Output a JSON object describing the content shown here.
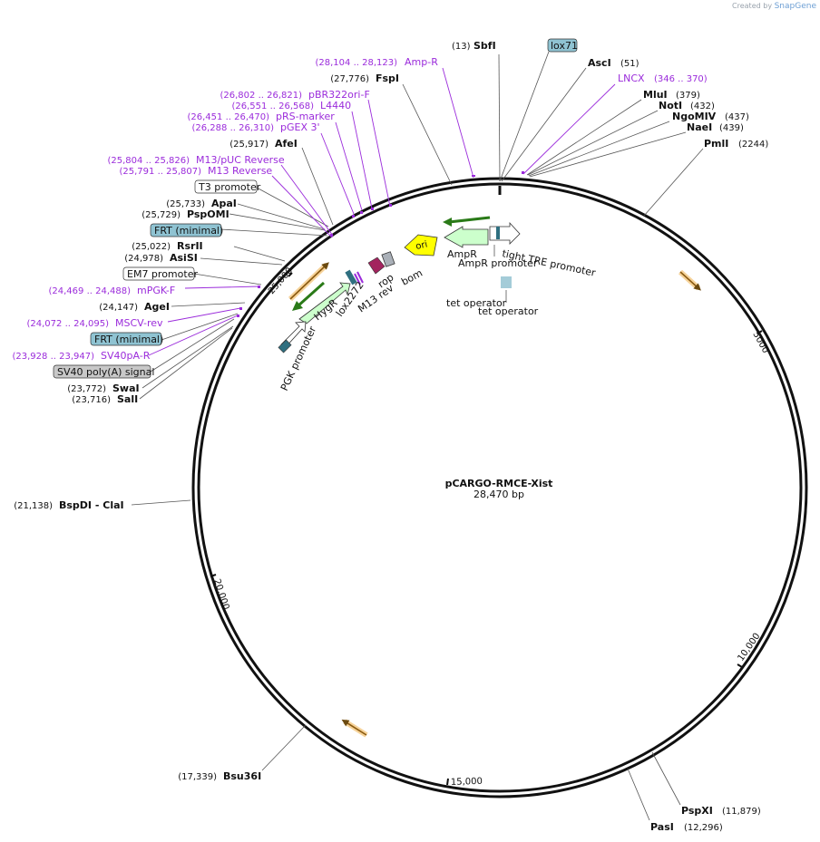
{
  "watermark": {
    "prefix": "Created by",
    "brand": "SnapGene"
  },
  "plasmid": {
    "name": "pCARGO-RMCE-Xist",
    "length_label": "28,470 bp"
  },
  "ticks": [
    "5000",
    "10,000",
    "15,000",
    "20,000",
    "25,000"
  ],
  "enzymes_right": [
    {
      "name": "SbfI",
      "pos": "(13)"
    },
    {
      "name": "AscI",
      "pos": "(51)"
    },
    {
      "name": "MluI",
      "pos": "(379)"
    },
    {
      "name": "NotI",
      "pos": "(432)"
    },
    {
      "name": "NgoMIV",
      "pos": "(437)"
    },
    {
      "name": "NaeI",
      "pos": "(439)"
    },
    {
      "name": "PmlI",
      "pos": "(2244)"
    },
    {
      "name": "PspXI",
      "pos": "(11,879)"
    },
    {
      "name": "PasI",
      "pos": "(12,296)"
    }
  ],
  "enzymes_left": [
    {
      "name": "FspI",
      "pos": "(27,776)"
    },
    {
      "name": "AfeI",
      "pos": "(25,917)"
    },
    {
      "name": "ApaI",
      "pos": "(25,733)"
    },
    {
      "name": "PspOMI",
      "pos": "(25,729)"
    },
    {
      "name": "RsrII",
      "pos": "(25,022)"
    },
    {
      "name": "AsiSI",
      "pos": "(24,978)"
    },
    {
      "name": "AgeI",
      "pos": "(24,147)"
    },
    {
      "name": "SwaI",
      "pos": "(23,772)"
    },
    {
      "name": "SalI",
      "pos": "(23,716)"
    },
    {
      "name": "BspDI - ClaI",
      "pos": "(21,138)"
    },
    {
      "name": "Bsu36I",
      "pos": "(17,339)"
    }
  ],
  "primers": [
    {
      "name": "Amp-R",
      "range": "(28,104 .. 28,123)"
    },
    {
      "name": "LNCX",
      "range": "(346 .. 370)"
    },
    {
      "name": "pBR322ori-F",
      "range": "(26,802 .. 26,821)"
    },
    {
      "name": "L4440",
      "range": "(26,551 .. 26,568)"
    },
    {
      "name": "pRS-marker",
      "range": "(26,451 .. 26,470)"
    },
    {
      "name": "pGEX 3'",
      "range": "(26,288 .. 26,310)"
    },
    {
      "name": "M13/pUC Reverse",
      "range": "(25,804 .. 25,826)"
    },
    {
      "name": "M13 Reverse",
      "range": "(25,791 .. 25,807)"
    },
    {
      "name": "mPGK-F",
      "range": "(24,469 .. 24,488)"
    },
    {
      "name": "MSCV-rev",
      "range": "(24,072 .. 24,095)"
    },
    {
      "name": "SV40pA-R",
      "range": "(23,928 .. 23,947)"
    }
  ],
  "boxed_features": [
    {
      "name": "lox71",
      "fill": "#8fc3d2"
    },
    {
      "name": "T3 promoter",
      "fill": "#ffffff"
    },
    {
      "name": "FRT (minimal)",
      "fill": "#8fc3d2"
    },
    {
      "name": "EM7 promoter",
      "fill": "#ffffff"
    },
    {
      "name": "FRT (minimal)",
      "fill": "#8fc3d2"
    },
    {
      "name": "SV40 poly(A) signal",
      "fill": "#c8c8c8"
    }
  ],
  "map_features": [
    "ori",
    "AmpR",
    "AmpR promoter",
    "tight TRE promoter",
    "tet operator",
    "tet operator",
    "rop",
    "bom",
    "M13 rev",
    "lox2272",
    "HygR",
    "PGK promoter"
  ],
  "colors": {
    "primer": "#9b2cdb",
    "ori": "#ffff00",
    "amp": "#ccffcc",
    "hyg": "#ccffcc",
    "rop": "#a3245e",
    "lox": "#2f6f80",
    "orf_arrow": "#e69a1e"
  }
}
